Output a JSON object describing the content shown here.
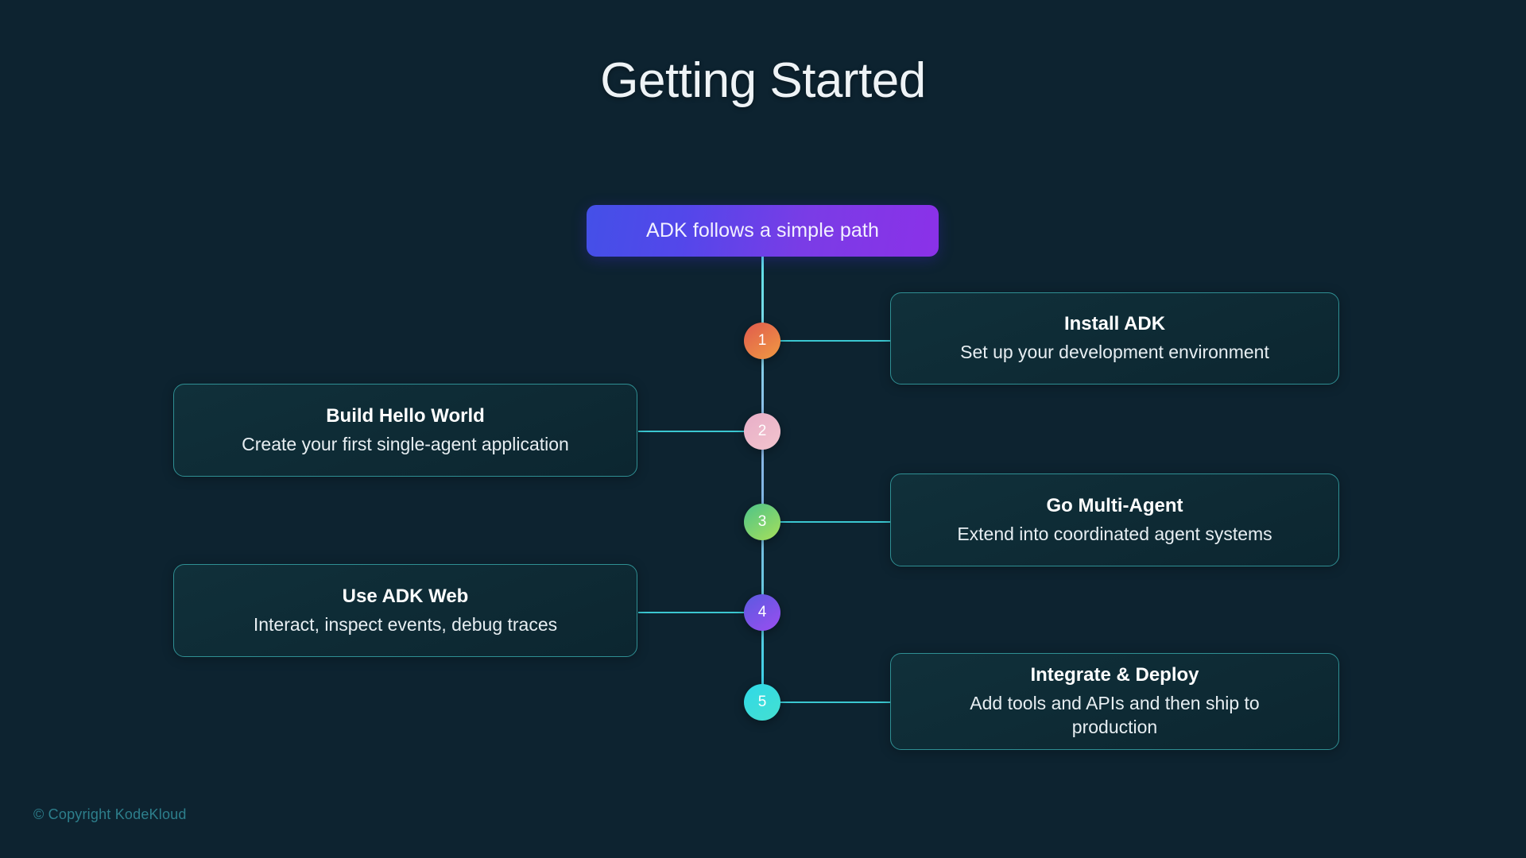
{
  "page": {
    "title": "Getting Started",
    "background_color": "#0d2330"
  },
  "header_pill": {
    "label": "ADK follows a simple path",
    "gradient_from": "#4450e8",
    "gradient_to": "#8b31e8"
  },
  "timeline": {
    "spine_color_top": "#5ce1e6",
    "spine_color_mid": "#8fb9e8",
    "spine_color_bottom": "#34d3e8",
    "connector_color": "#3fd6df",
    "card_border_color": "#2f8f93",
    "card_background": "#10303a",
    "steps": [
      {
        "number": "1",
        "title": "Install ADK",
        "description": "Set up your development environment",
        "side": "right",
        "node_color_from": "#e05a4e",
        "node_color_to": "#f09a42"
      },
      {
        "number": "2",
        "title": "Build Hello World",
        "description": "Create your first single-agent application",
        "side": "left",
        "node_color_from": "#e8aec8",
        "node_color_to": "#f2c4cd"
      },
      {
        "number": "3",
        "title": "Go Multi-Agent",
        "description": "Extend into coordinated agent systems",
        "side": "right",
        "node_color_from": "#4cc38a",
        "node_color_to": "#a8e05a"
      },
      {
        "number": "4",
        "title": "Use ADK Web",
        "description": "Interact, inspect events, debug traces",
        "side": "left",
        "node_color_from": "#5a5ae0",
        "node_color_to": "#9b4ef0"
      },
      {
        "number": "5",
        "title": "Integrate & Deploy",
        "description": "Add tools and APIs and then ship to production",
        "side": "right",
        "node_color_from": "#2fd9e8",
        "node_color_to": "#45e0d0"
      }
    ]
  },
  "footer": {
    "copyright": "© Copyright KodeKloud"
  }
}
